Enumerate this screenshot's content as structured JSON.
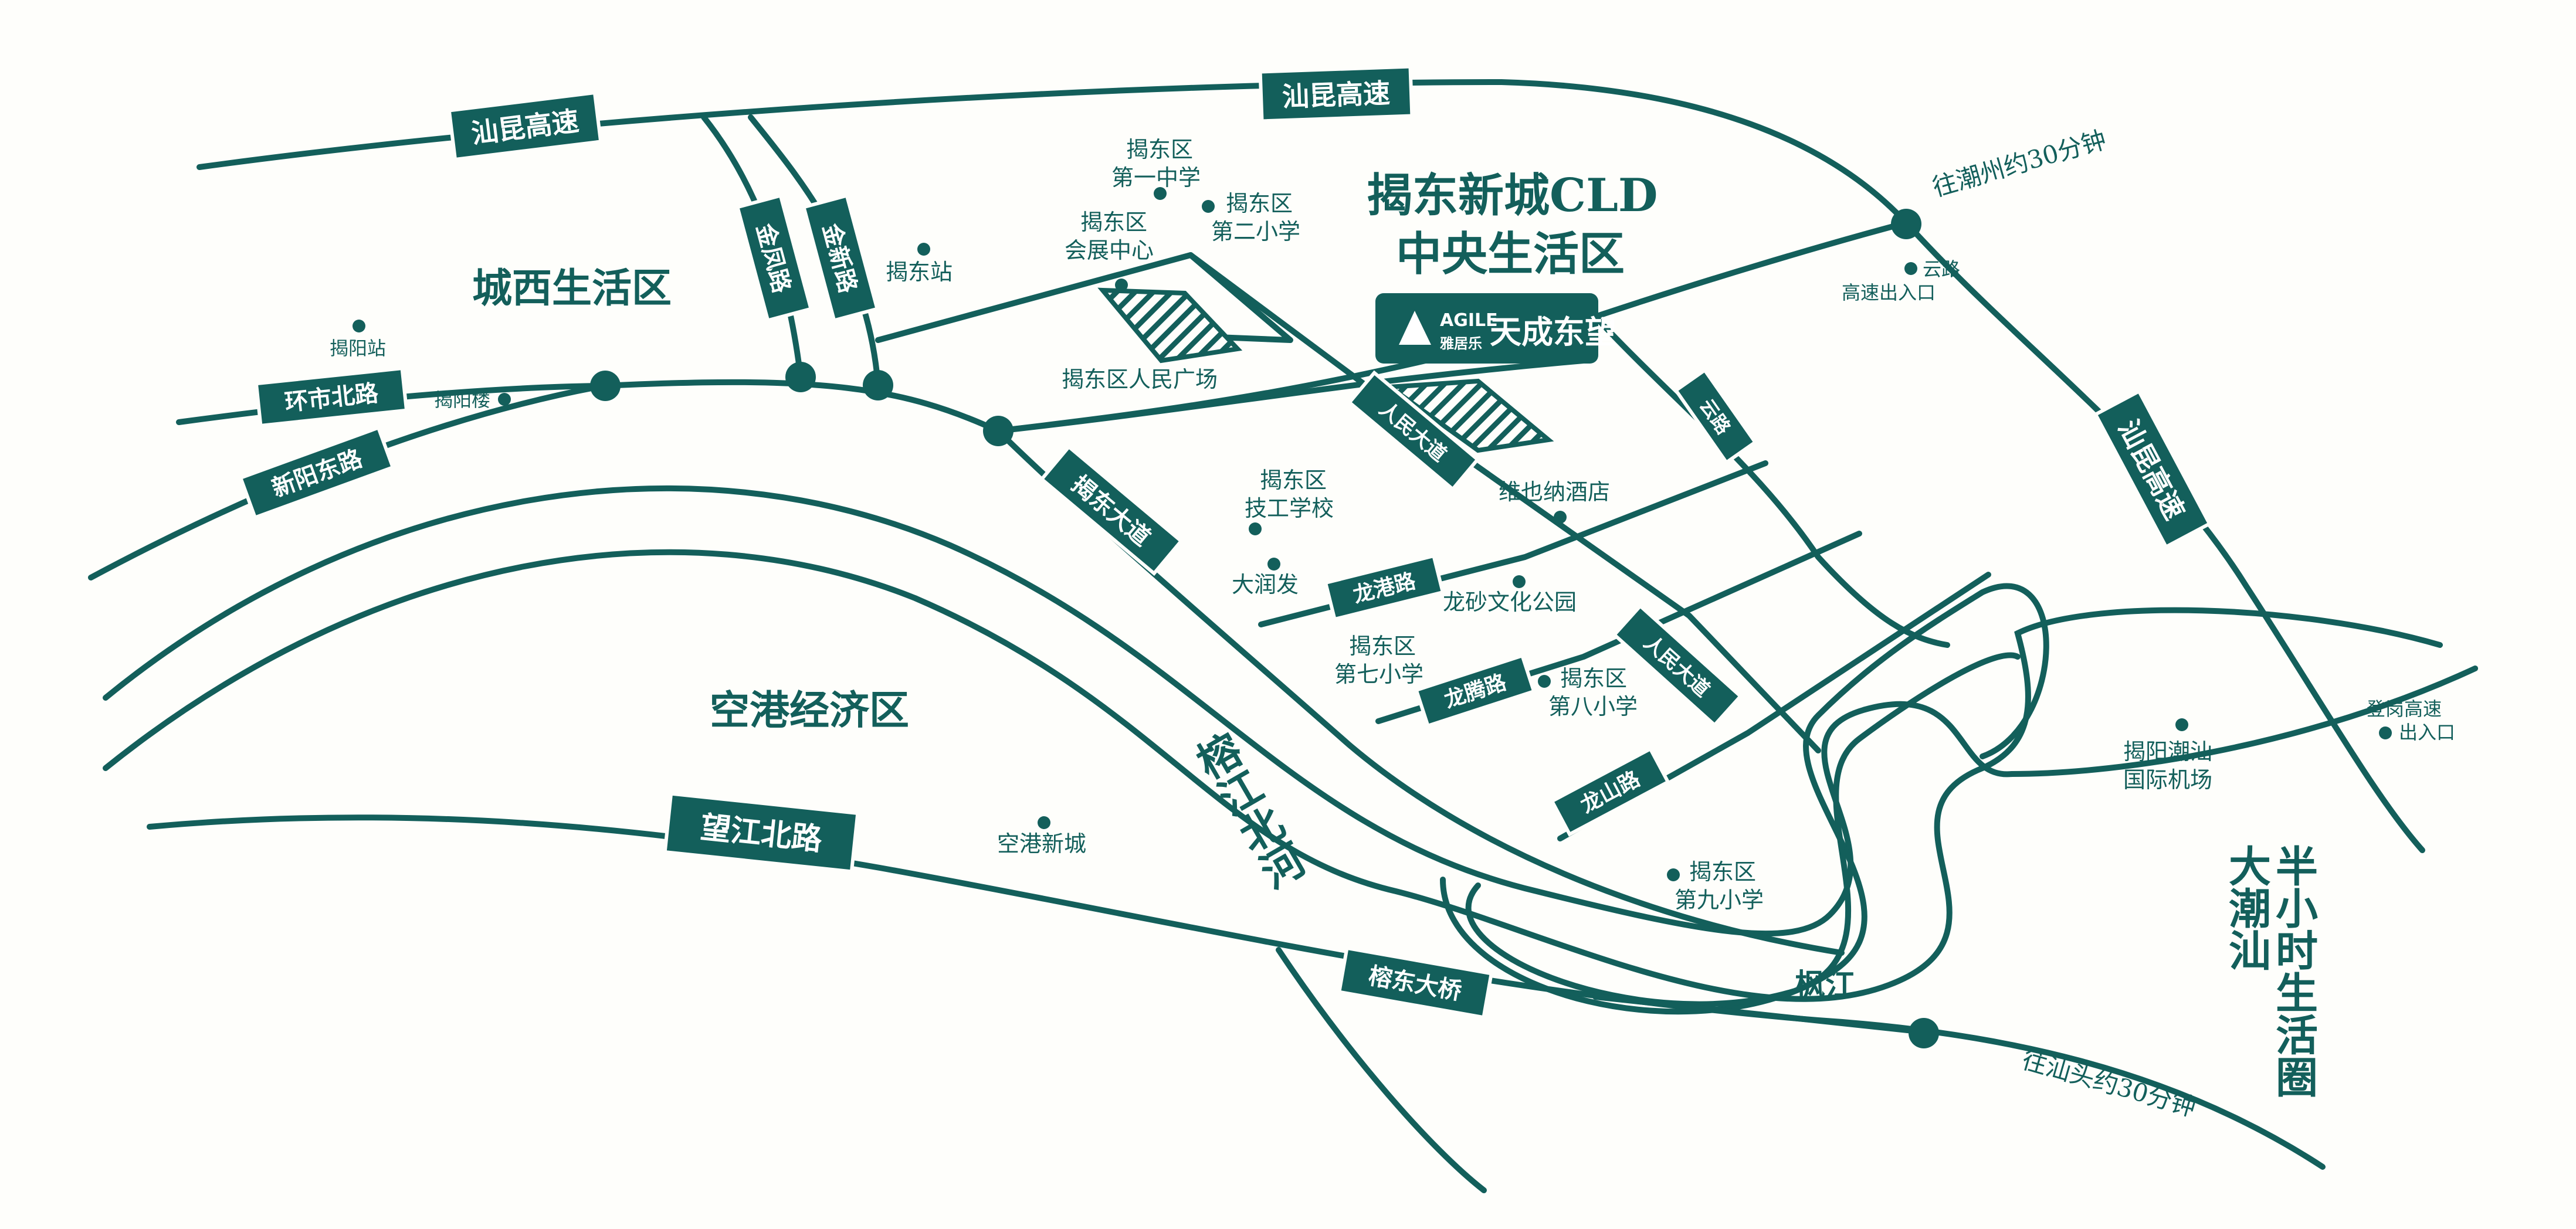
{
  "highway_plates": {
    "shankun_top_left": "汕昆高速",
    "shankun_top_mid": "汕昆高速",
    "shankun_right": "汕昆高速"
  },
  "road_plates": {
    "jinfeng": "金凤路",
    "jinxin": "金新路",
    "huanshi_north": "环市北路",
    "xinyang_east": "新阳东路",
    "jiedong_avenue": "揭东大道",
    "renmin_avenue_top": "人民大道",
    "renmin_avenue_bottom": "人民大道",
    "yunlu": "云路",
    "longgang": "龙港路",
    "longteng": "龙腾路",
    "longshan": "龙山路",
    "wangjiang_north": "望江北路",
    "rongdong_bridge": "榕东大桥"
  },
  "districts": {
    "chengxi": "城西生活区",
    "konggang": "空港经济区",
    "cld_line1": "揭东新城CLD",
    "cld_line2": "中央生活区",
    "half_hour_col1": "半小时生活圈",
    "half_hour_col2": "大潮汕"
  },
  "rivers": {
    "rongjiang_north": "榕江北河",
    "fengjiang": "枫江"
  },
  "directions": {
    "to_chaozhou": "往潮州约30分钟",
    "to_shantou": "往汕头约30分钟"
  },
  "poi": {
    "jieyang_station": "揭阳站",
    "jieyang_lou": "揭阳楼",
    "jiedong_station": "揭东站",
    "school_1_line1": "揭东区",
    "school_1_line2": "第一中学",
    "school_2_line1": "揭东区",
    "school_2_line2": "第二小学",
    "convention_line1": "揭东区",
    "convention_line2": "会展中心",
    "people_square": "揭东区人民广场",
    "yunlu_exit_line1": "云路",
    "yunlu_exit_line2": "高速出入口",
    "tech_school_line1": "揭东区",
    "tech_school_line2": "技工学校",
    "vienna_hotel": "维也纳酒店",
    "darunfa": "大润发",
    "longsha_park": "龙砂文化公园",
    "school_7_line1": "揭东区",
    "school_7_line2": "第七小学",
    "school_8_line1": "揭东区",
    "school_8_line2": "第八小学",
    "airport_line1": "揭阳潮汕",
    "airport_line2": "国际机场",
    "denggang_exit_line1": "登岗高速",
    "denggang_exit_line2": "出入口",
    "konggang_newtown": "空港新城",
    "school_9_line1": "揭东区",
    "school_9_line2": "第九小学"
  },
  "project_logo": {
    "brand_en": "AGILE",
    "brand_cn": "雅居乐",
    "project_name": "天成东望"
  },
  "colors": {
    "primary": "#135f5b",
    "background": "#fefefb",
    "plate_text": "#ffffff"
  }
}
